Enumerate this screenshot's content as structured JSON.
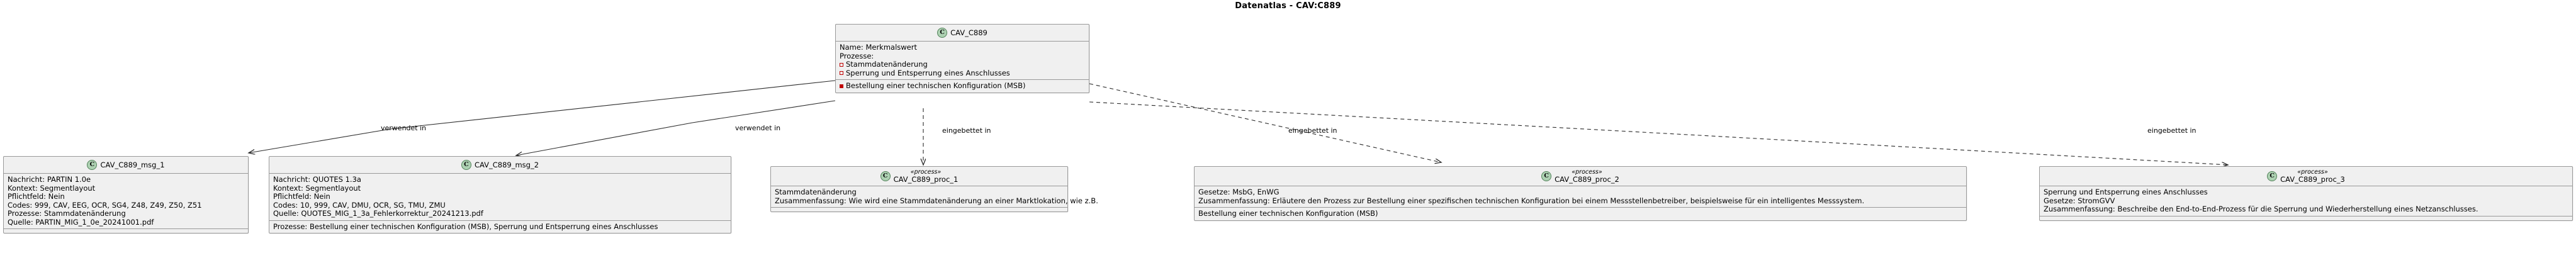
{
  "title": "Datenatlas - CAV:C889",
  "icons": {
    "class_letter": "C"
  },
  "nodes": {
    "center": {
      "name": "CAV_C889",
      "stereotype": "",
      "attrs": [
        "Name: Merkmalswert",
        "Prozesse:"
      ],
      "processes_open": [
        "Stammdatenänderung",
        "Sperrung und Entsperrung eines Anschlusses"
      ],
      "processes_filled": [
        "Bestellung einer technischen Konfiguration (MSB)"
      ]
    },
    "msg1": {
      "name": "CAV_C889_msg_1",
      "stereotype": "",
      "attrs": [
        "Nachricht: PARTIN 1.0e",
        "Kontext: Segmentlayout",
        "Pflichtfeld: Nein",
        "Codes: 999, CAV, EEG, OCR, SG4, Z48, Z49, Z50, Z51",
        "Prozesse: Stammdatenänderung",
        "Quelle: PARTIN_MIG_1_0e_20241001.pdf"
      ],
      "footer": []
    },
    "msg2": {
      "name": "CAV_C889_msg_2",
      "stereotype": "",
      "attrs": [
        "Nachricht: QUOTES 1.3a",
        "Kontext: Segmentlayout",
        "Pflichtfeld: Nein",
        "Codes: 10, 999, CAV, DMU, OCR, SG, TMU, ZMU",
        "Quelle: QUOTES_MIG_1_3a_Fehlerkorrektur_20241213.pdf"
      ],
      "footer": [
        "Prozesse: Bestellung einer technischen Konfiguration (MSB), Sperrung und Entsperrung eines Anschlusses"
      ]
    },
    "proc1": {
      "name": "CAV_C889_proc_1",
      "stereotype": "«process»",
      "attrs": [
        "Stammdatenänderung",
        "Zusammenfassung: Wie wird eine Stammdatenänderung an einer Marktlokation, wie z.B."
      ],
      "footer": []
    },
    "proc2": {
      "name": "CAV_C889_proc_2",
      "stereotype": "«process»",
      "attrs": [
        "Gesetze: MsbG, EnWG",
        "Zusammenfassung: Erläutere den Prozess zur Bestellung einer spezifischen technischen Konfiguration bei einem Messstellenbetreiber, beispielsweise für ein intelligentes Messsystem."
      ],
      "footer": [
        "Bestellung einer technischen Konfiguration (MSB)"
      ]
    },
    "proc3": {
      "name": "CAV_C889_proc_3",
      "stereotype": "«process»",
      "attrs": [
        "Sperrung und Entsperrung eines Anschlusses",
        "Gesetze: StromGVV",
        "Zusammenfassung: Beschreibe den End-to-End-Prozess für die Sperrung und Wiederherstellung eines Netzanschlusses."
      ],
      "footer": []
    }
  },
  "edges": [
    {
      "label": "verwendet in",
      "from": "center",
      "to": "msg1",
      "style": "solid"
    },
    {
      "label": "verwendet in",
      "from": "center",
      "to": "msg2",
      "style": "solid"
    },
    {
      "label": "eingebettet in",
      "from": "center",
      "to": "proc1",
      "style": "dashed"
    },
    {
      "label": "eingebettet in",
      "from": "center",
      "to": "proc2",
      "style": "dashed"
    },
    {
      "label": "eingebettet in",
      "from": "center",
      "to": "proc3",
      "style": "dashed"
    }
  ],
  "colors": {
    "box_fill": "#f0f0f0",
    "box_border": "#999999",
    "icon_fill": "#ADD1B2",
    "bullet_red": "#C00000",
    "line": "#2b2b2b"
  }
}
